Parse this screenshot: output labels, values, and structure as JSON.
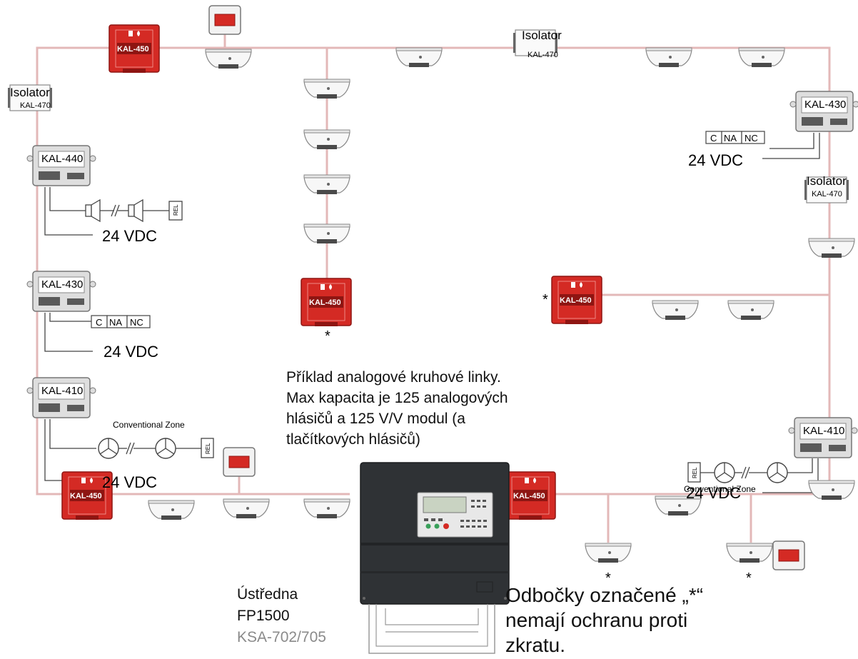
{
  "labels": {
    "isolator": "Isolator",
    "kal470": "KAL-470",
    "kal450": "KAL-450",
    "kal440": "KAL-440",
    "kal430": "KAL-430",
    "kal410": "KAL-410",
    "vdc": "24 VDC",
    "conventional_zone": "Conventional Zone",
    "relay_c": "C",
    "relay_na": "NA",
    "relay_nc": "NC",
    "rel": "REL",
    "star": "*"
  },
  "description_text": {
    "line1": "Příklad analogové kruhové linky.",
    "line2": "Max kapacita je 125 analogových",
    "line3": "hlásičů a 125  V/V modul (a",
    "line4": "tlačítkových hlásičů)"
  },
  "panel": {
    "line1": "Ústředna",
    "line2": "FP1500",
    "line3": "KSA-702/705"
  },
  "warning": {
    "line1": "Odbočky označené „*“",
    "line2": "nemají ochranu proti",
    "line3": "zkratu."
  },
  "colors": {
    "wire": "#e3b8b8",
    "call_point": "#d42a24",
    "panel_body": "#2f3235",
    "lcd": "#c9d3c2"
  }
}
